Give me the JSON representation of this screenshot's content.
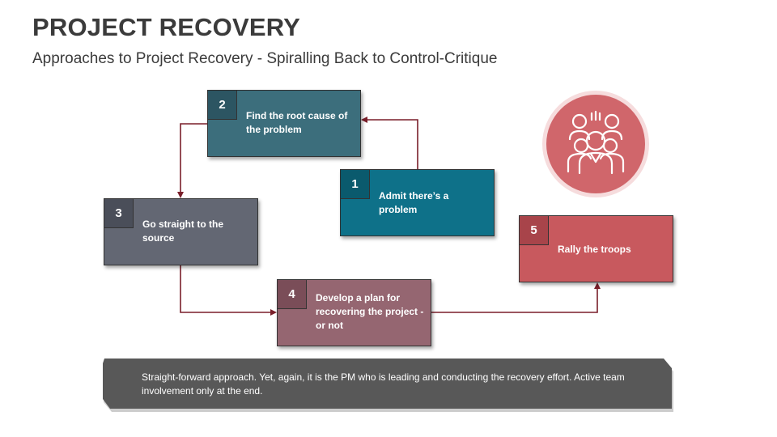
{
  "header": {
    "title": "PROJECT RECOVERY",
    "subtitle": "Approaches to Project Recovery - Spiralling Back to Control-Critique"
  },
  "steps": [
    {
      "number": "1",
      "text": "Admit there’s a problem",
      "color": "#0e7189"
    },
    {
      "number": "2",
      "text": "Find the root cause of the problem",
      "color": "#3c6e7c"
    },
    {
      "number": "3",
      "text": "Go straight to the source",
      "color": "#636773"
    },
    {
      "number": "4",
      "text": "Develop a plan for recovering the project - or not",
      "color": "#956671"
    },
    {
      "number": "5",
      "text": "Rally the troops",
      "color": "#c8595e"
    }
  ],
  "note": {
    "text": "Straight-forward approach. Yet, again, it is the PM who is leading and conducting the recovery effort. Active team involvement only at the end.",
    "color": "#585858"
  },
  "colors": {
    "connector": "#7a1f2a",
    "icon_circle": "#d0666b"
  },
  "icon": {
    "name": "team-group-icon"
  }
}
